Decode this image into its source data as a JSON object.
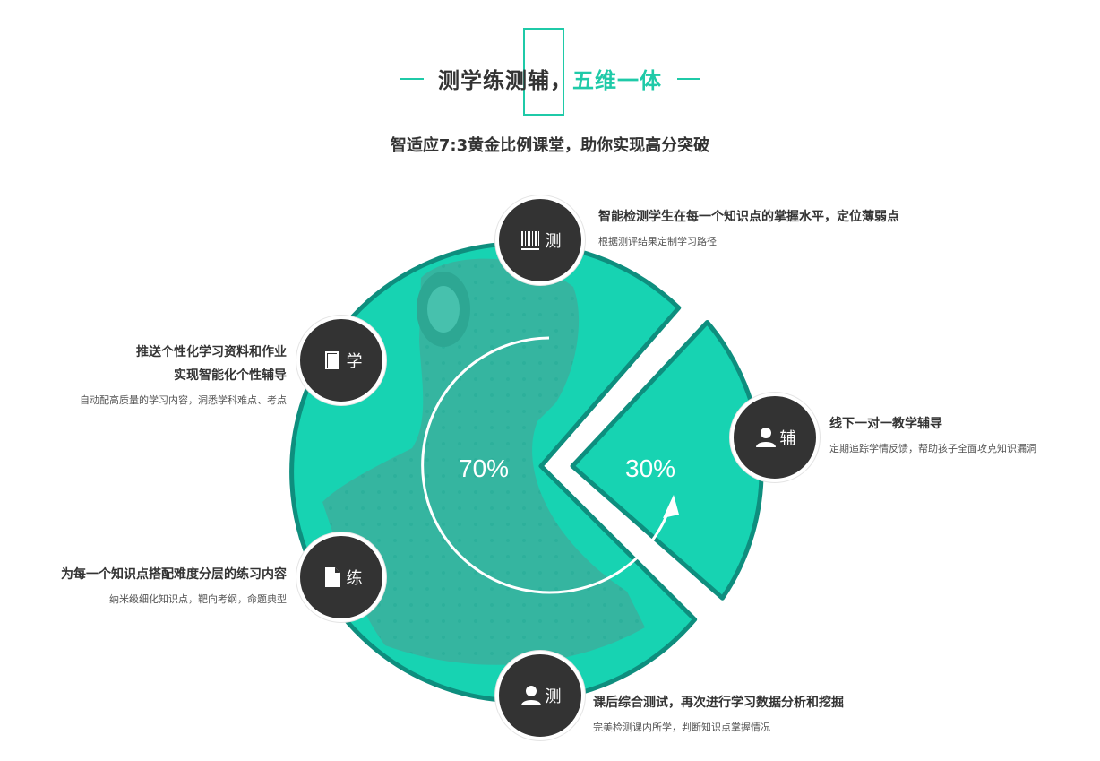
{
  "header": {
    "title_part1": "测学练测辅，",
    "title_part2": "五维一体",
    "subtitle": "智适应7:3黄金比例课堂，助你实现高分突破"
  },
  "diagram": {
    "large_share_label": "70%",
    "small_share_label": "30%",
    "large_share": 0.7,
    "small_share": 0.3
  },
  "nodes": [
    {
      "label": "测",
      "icon": "barcode-icon",
      "heading": "智能检测学生在每一个知识点的掌握水平，定位薄弱点",
      "desc": "根据测评结果定制学习路径"
    },
    {
      "label": "学",
      "icon": "book-icon",
      "heading_line1": "推送个性化学习资料和作业",
      "heading_line2": "实现智能化个性辅导",
      "desc": "自动配高质量的学习内容，洞悉学科难点、考点"
    },
    {
      "label": "辅",
      "icon": "user-icon",
      "heading": "线下一对一教学辅导",
      "desc": "定期追踪学情反馈，帮助孩子全面攻克知识漏洞"
    },
    {
      "label": "练",
      "icon": "document-icon",
      "heading": "为每一个知识点搭配难度分层的练习内容",
      "desc": "纳米级细化知识点，靶向考纲，命题典型"
    },
    {
      "label": "测",
      "icon": "user-icon",
      "heading": "课后综合测试，再次进行学习数据分析和挖掘",
      "desc": "完美检测课内所学，判断知识点掌握情况"
    }
  ],
  "colors": {
    "accent": "#1fcaa8",
    "pie_fill": "#17d3b2",
    "pie_border": "#0e8e7e",
    "node_bg": "#333333"
  }
}
